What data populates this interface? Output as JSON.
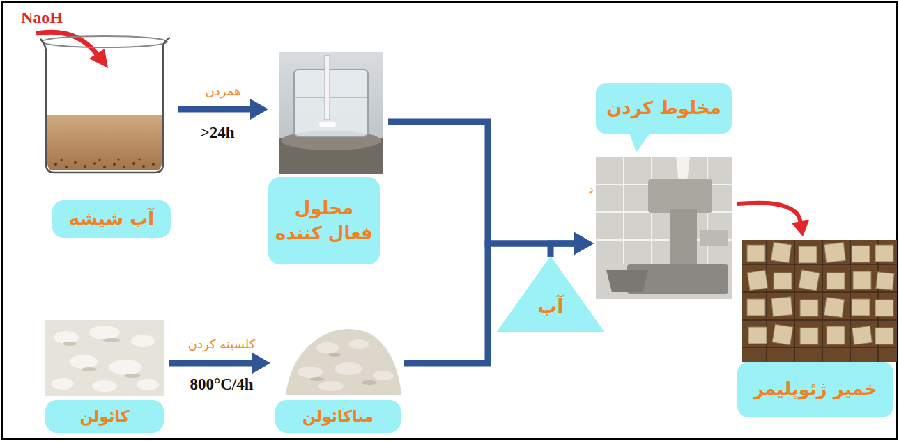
{
  "diagram": {
    "nodes": [
      {
        "text": [
          "آب شیشه"
        ]
      },
      {
        "text": [
          "محلول فعال کننده"
        ]
      },
      {
        "text": [
          "کائولن"
        ]
      },
      {
        "text": [
          "متاکائولن"
        ]
      },
      {
        "text": [
          "آب"
        ]
      },
      {
        "text": [
          "مخلوط کردن"
        ]
      },
      {
        "text": [
          "خمیر ژئوپلیمر"
        ]
      }
    ],
    "edges": [
      {
        "from": 0,
        "to": 1,
        "arrow": "to",
        "label": "همزدن"
      },
      {
        "from": 2,
        "to": 3,
        "arrow": "to",
        "label": "کلسینه کردن"
      },
      {
        "from": 1,
        "to": 5,
        "arrow": "to"
      },
      {
        "from": 3,
        "to": 5,
        "arrow": "to"
      },
      {
        "from": 4,
        "to": 5,
        "arrow": "to"
      },
      {
        "from": 5,
        "to": 6,
        "arrow": "to"
      }
    ],
    "labels": [
      "NaoH",
      ">24h",
      "800°C/4h",
      "د"
    ]
  }
}
